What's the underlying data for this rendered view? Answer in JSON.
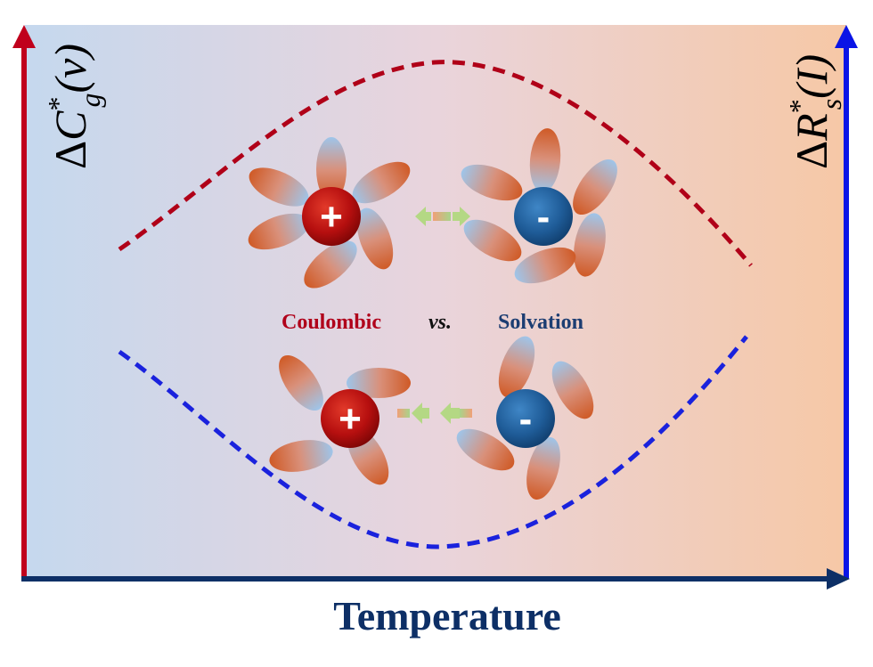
{
  "axes": {
    "x_label": "Temperature",
    "left_label": {
      "delta": "Δ",
      "symbol": "C",
      "superscript": "*",
      "subscript": "g",
      "argument": "(v)"
    },
    "right_label": {
      "delta": "Δ",
      "symbol": "R",
      "superscript": "*",
      "subscript": "s",
      "argument": "(I)"
    }
  },
  "center_labels": {
    "coulombic": "Coulombic",
    "vs": "vs.",
    "solvation": "Solvation"
  },
  "ions": {
    "cation_sign": "+",
    "anion_sign": "-"
  },
  "colors": {
    "left_axis": "#c0001c",
    "right_axis": "#0a14e6",
    "x_axis": "#0d2f66",
    "upper_curve": "#b00018",
    "lower_curve": "#1a22dd",
    "coulombic_text": "#b0001a",
    "solvation_text": "#1c3d72",
    "background_left": "#c5d8ee",
    "background_right": "#f5c9a8"
  }
}
